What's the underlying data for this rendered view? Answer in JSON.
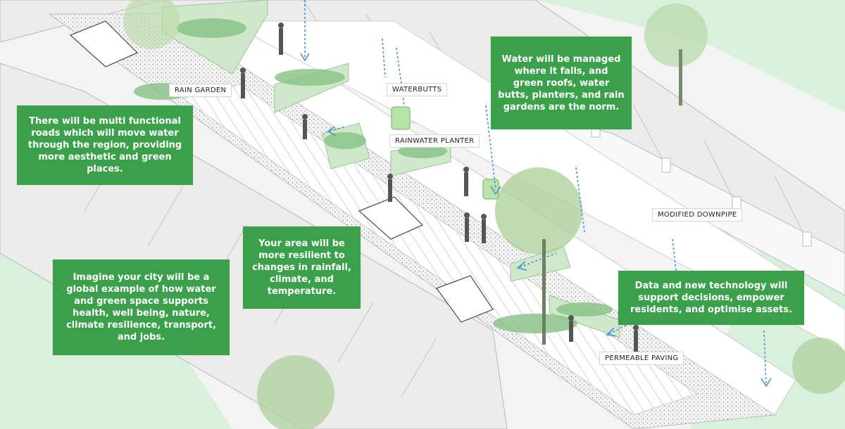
{
  "colors": {
    "callout_bg": "#3aa04a",
    "callout_text": "#ffffff",
    "water_arrow": "#4a8fd6",
    "greenery": "#8cc48a",
    "light_green_zone": "#d8f0dc",
    "road": "#ffffff",
    "house": "#e8e9e8"
  },
  "callouts": {
    "multi_functional_roads": "There will be multi functional roads which will move water through the region, providing more aesthetic and green places.",
    "water_managed": "Water will be managed where it falls, and green roofs, water butts, planters, and rain gardens are the norm.",
    "area_resilient": "Your area will be more resilient to changes in rainfall, climate, and temperature.",
    "global_example": "Imagine your city will be a global example of how water and green space supports health, well being, nature, climate resilience, transport, and jobs.",
    "data_technology": "Data and new technology will support decisions, empower residents, and optimise assets."
  },
  "labels": {
    "rain_garden": "RAIN GARDEN",
    "waterbutts": "WATERBUTTS",
    "rainwater_planter": "RAINWATER PLANTER",
    "modified_downpipe": "MODIFIED DOWNPIPE",
    "permeable_paving": "PERMEABLE PAVING"
  },
  "icons": [
    "water-flow-arrow-icon",
    "tree-icon",
    "car-icon",
    "water-butt-icon",
    "pedestrian-icon"
  ]
}
